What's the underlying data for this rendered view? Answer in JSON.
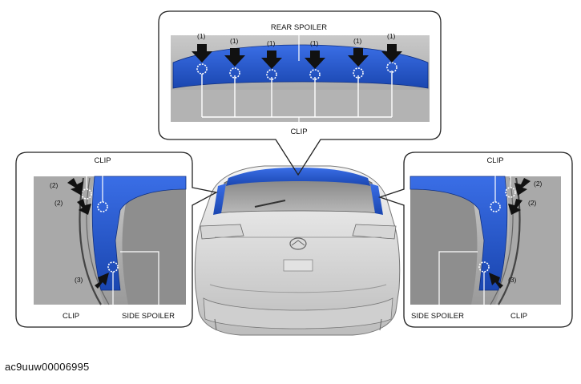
{
  "labels": {
    "rear_spoiler": "REAR SPOILER",
    "clip": "CLIP",
    "side_spoiler": "SIDE SPOILER",
    "num1": "(1)",
    "num2": "(2)",
    "num3": "(3)"
  },
  "footer_code": "ac9uuw00006995",
  "colors": {
    "spoiler_blue": "#1f52c8",
    "frame": "#222222",
    "arrow": "#111111",
    "clip_ring": "#ffffff"
  }
}
